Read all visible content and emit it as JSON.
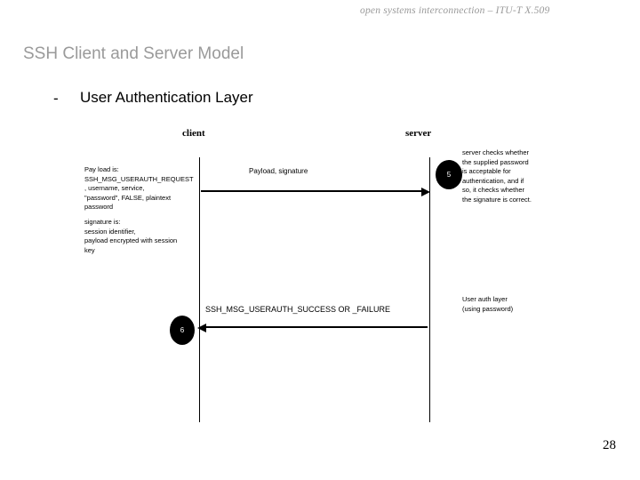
{
  "header": {
    "text": "open systems interconnection – ITU-T X.509"
  },
  "title": "SSH Client and Server Model",
  "bullet": {
    "dash": "-",
    "label": "User Authentication Layer"
  },
  "diagram": {
    "actors": {
      "client": "client",
      "server": "server"
    },
    "messages": [
      {
        "label": "Payload, signature",
        "direction": "client-to-server"
      },
      {
        "label": "SSH_MSG_USERAUTH_SUCCESS OR _FAILURE",
        "direction": "server-to-client"
      }
    ],
    "steps": [
      {
        "number": "5"
      },
      {
        "number": "6"
      }
    ],
    "payload_note": {
      "line1": "Pay load is:",
      "line2": "SSH_MSG_USERAUTH_REQUEST",
      "line3": ", username, service,",
      "line4": "\"password\", FALSE, plaintext",
      "line5": "password"
    },
    "signature_note": {
      "line1": "signature is:",
      "line2": "session identifier,",
      "line3": "payload encrypted with session",
      "line4": "key"
    },
    "server_check_note": {
      "line1": "server checks whether",
      "line2": "the supplied password",
      "line3": "is acceptable for",
      "line4": "authentication, and if",
      "line5": "so, it checks whether",
      "line6": "the signature is correct."
    },
    "auth_layer_note": {
      "line1": "User auth layer",
      "line2": "(using password)"
    }
  },
  "page_number": "28",
  "colors": {
    "title_gray": "#9a9a9a",
    "header_gray": "#9a9a9a",
    "ink": "#000000",
    "background": "#ffffff"
  }
}
